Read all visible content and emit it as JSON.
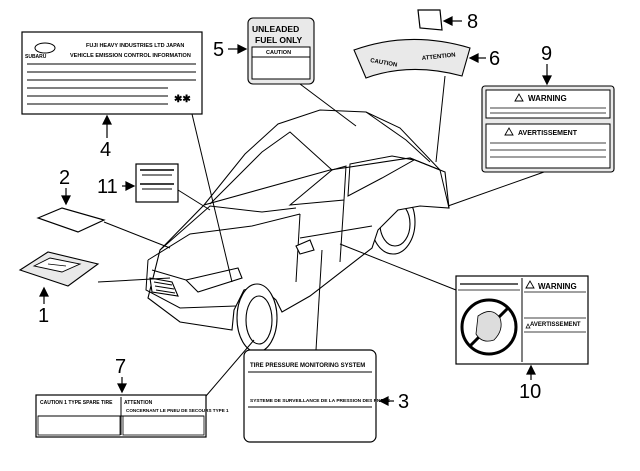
{
  "callouts": [
    "1",
    "2",
    "3",
    "4",
    "5",
    "6",
    "7",
    "8",
    "9",
    "10",
    "11"
  ],
  "label4": {
    "line1": "FUJI HEAVY INDUSTRIES LTD JAPAN",
    "line2": "VEHICLE EMISSION CONTROL INFORMATION",
    "brand": "SUBARU",
    "stars": "✱✱"
  },
  "label5": {
    "line1": "UNLEADED",
    "line2": "FUEL ONLY",
    "caution": "CAUTION"
  },
  "label6": {
    "left": "CAUTION",
    "right": "ATTENTION"
  },
  "label9": {
    "warning": "WARNING",
    "avert": "AVERTISSEMENT"
  },
  "label3": {
    "line1": "TIRE PRESSURE MONITORING SYSTEM",
    "line2": "SYSTEME DE SURVEILLANCE DE LA PRESSION DES PNEUS"
  },
  "label7": {
    "left": "CAUTION 1 TYPE SPARE TIRE",
    "right": "ATTENTION",
    "right2": "CONCERNANT LE PNEU DE SECOURS TYPE 1"
  },
  "label10": {
    "warning": "WARNING",
    "avert": "AVERTISSEMENT"
  },
  "colors": {
    "line": "#000000",
    "panel": "#e9e9e9"
  }
}
